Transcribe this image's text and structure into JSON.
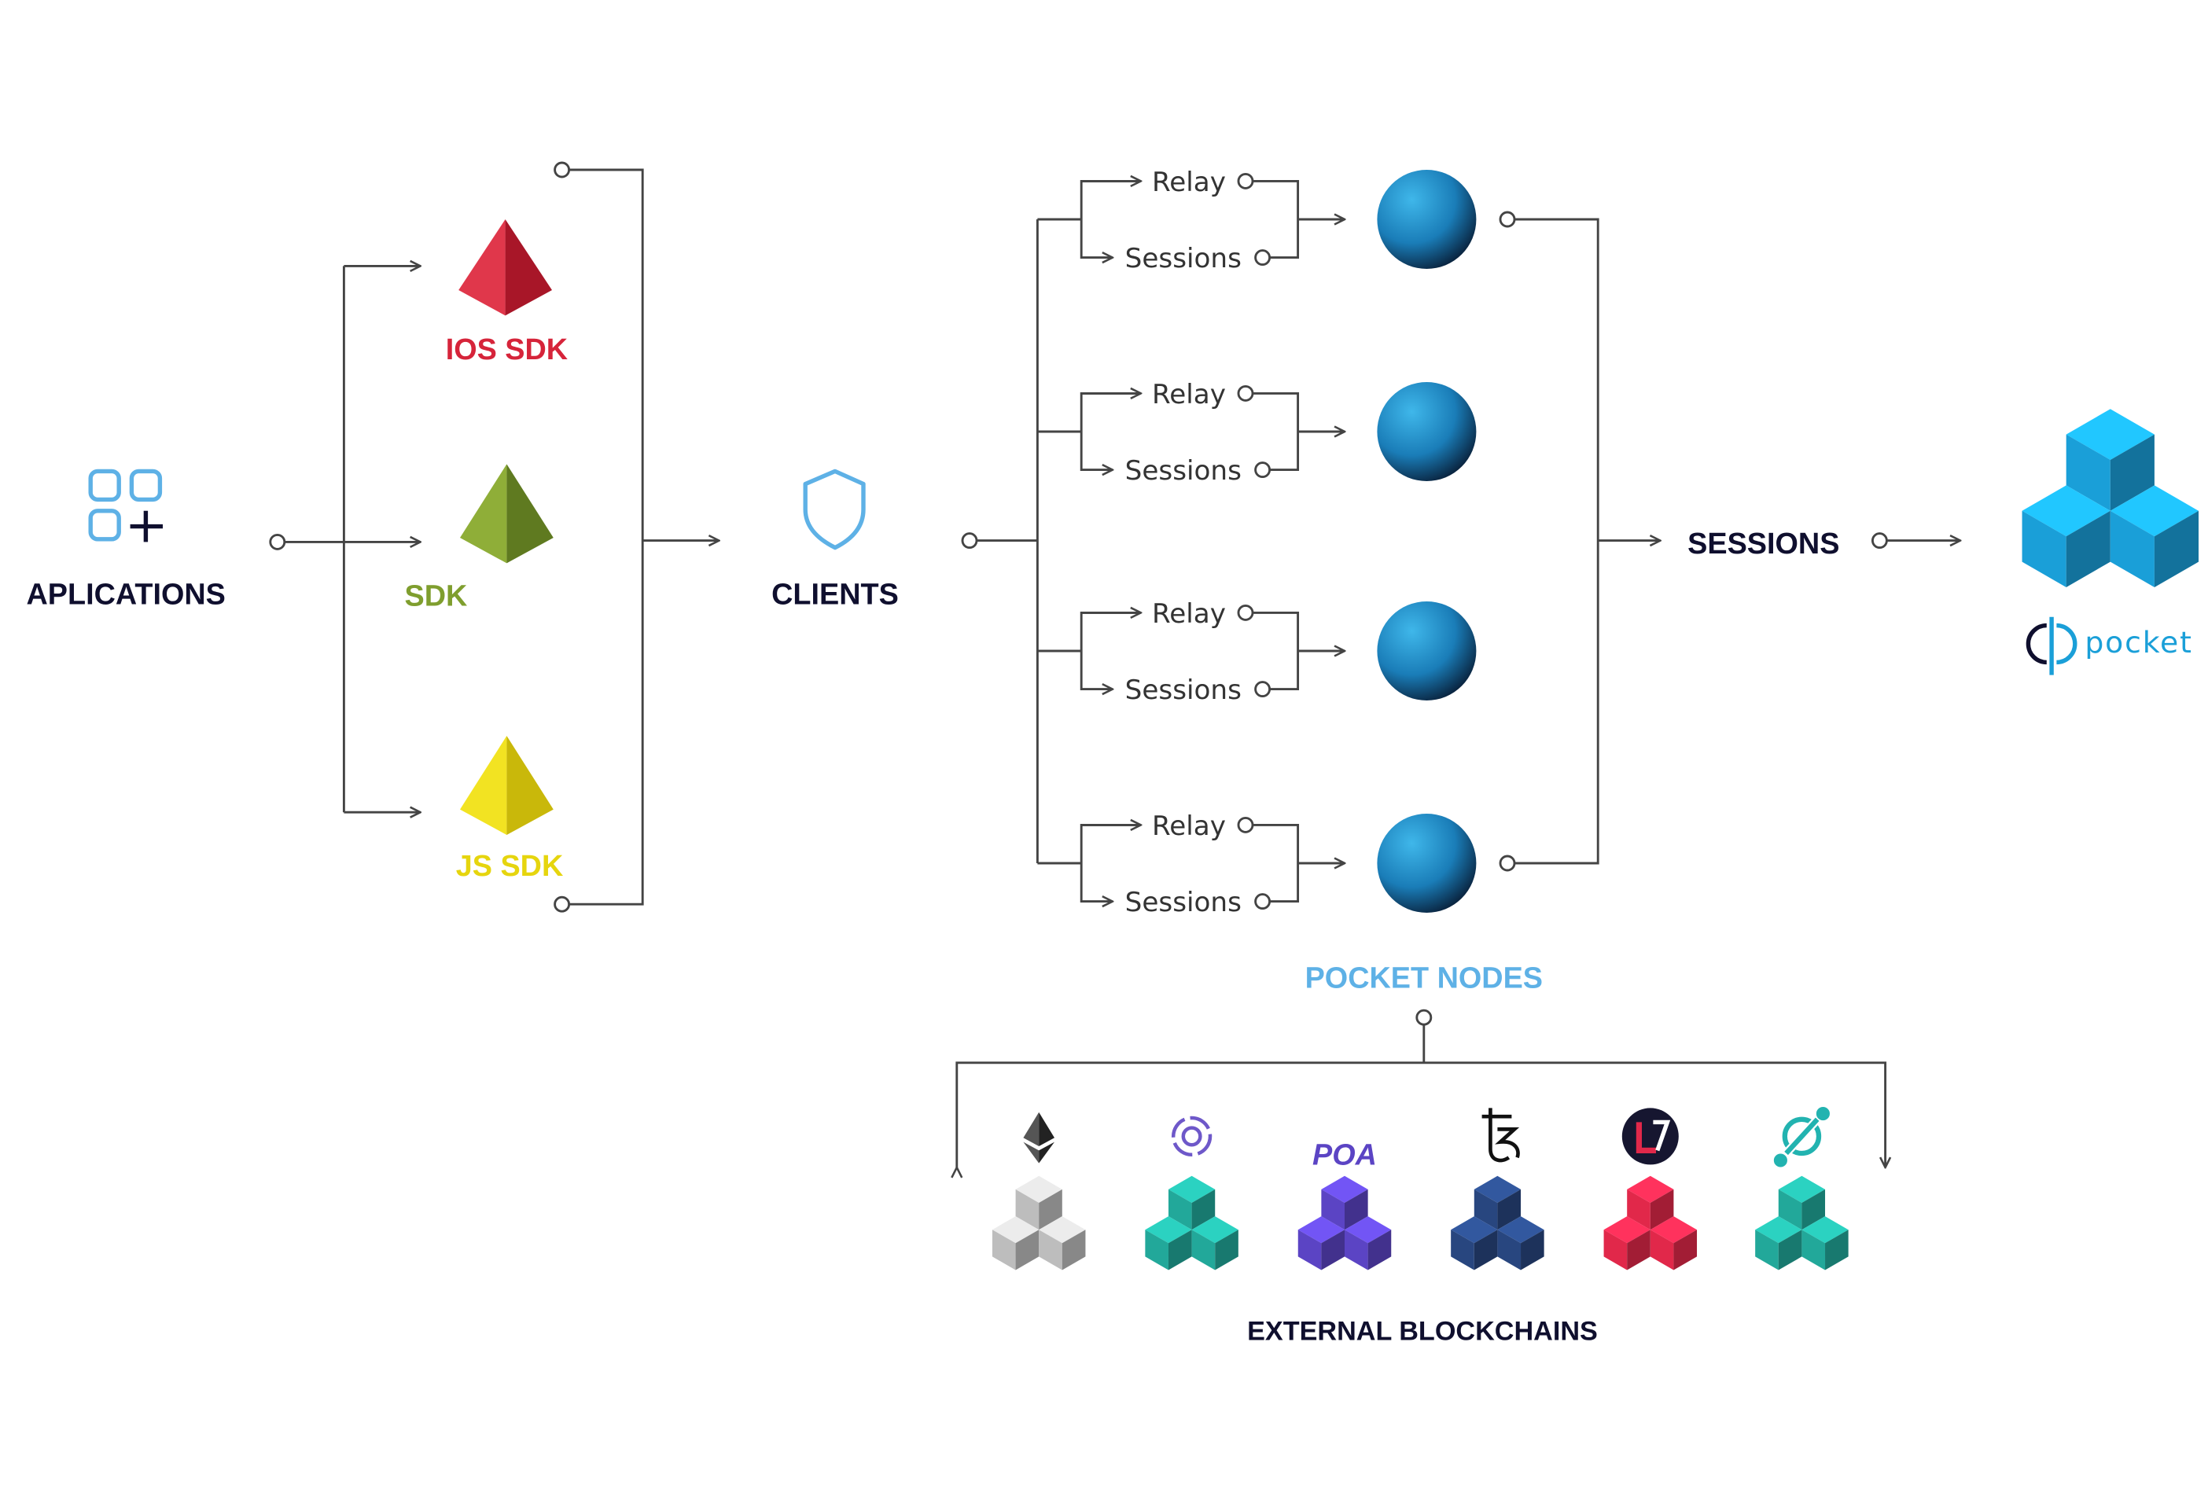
{
  "colors": {
    "line": "#444444",
    "navy": "#0f0f2e",
    "ios": "#d6243a",
    "sdk": "#7f9e2e",
    "js": "#e6d50e",
    "blue": "#5eb1e6",
    "node": "#1e7fc0",
    "cube": "#1a9fd8"
  },
  "applications": {
    "label": "APLICATIONS",
    "icon": "apps-add-icon"
  },
  "sdks": [
    {
      "label": "IOS SDK",
      "icon": "pyramid-icon",
      "color": "#d6243a"
    },
    {
      "label": "SDK",
      "icon": "pyramid-icon",
      "color": "#7f9e2e"
    },
    {
      "label": "JS SDK",
      "icon": "pyramid-icon",
      "color": "#e6d50e"
    }
  ],
  "clients": {
    "label": "CLIENTS",
    "icon": "shield-icon"
  },
  "node_branches": [
    {
      "relay": "Relay",
      "sessions": "Sessions"
    },
    {
      "relay": "Relay",
      "sessions": "Sessions"
    },
    {
      "relay": "Relay",
      "sessions": "Sessions"
    },
    {
      "relay": "Relay",
      "sessions": "Sessions"
    }
  ],
  "pocket_nodes": {
    "label": "POCKET NODES",
    "icon": "sphere-icon"
  },
  "sessions": {
    "label": "SESSIONS"
  },
  "pocket": {
    "logo_text": "pocket",
    "icon": "cubes-icon"
  },
  "external": {
    "label": "EXTERNAL BLOCKCHAINS",
    "chains": [
      {
        "icon": "ethereum-icon",
        "color": "#bdbdbd"
      },
      {
        "icon": "aion-icon",
        "color": "#22a89a"
      },
      {
        "icon": "poa-icon",
        "color": "#5b44c4",
        "text": "POA"
      },
      {
        "icon": "tezos-icon",
        "color": "#28467f"
      },
      {
        "icon": "loom-icon",
        "color": "#e1284a"
      },
      {
        "icon": "icon-network-icon",
        "color": "#22a89a"
      }
    ]
  }
}
